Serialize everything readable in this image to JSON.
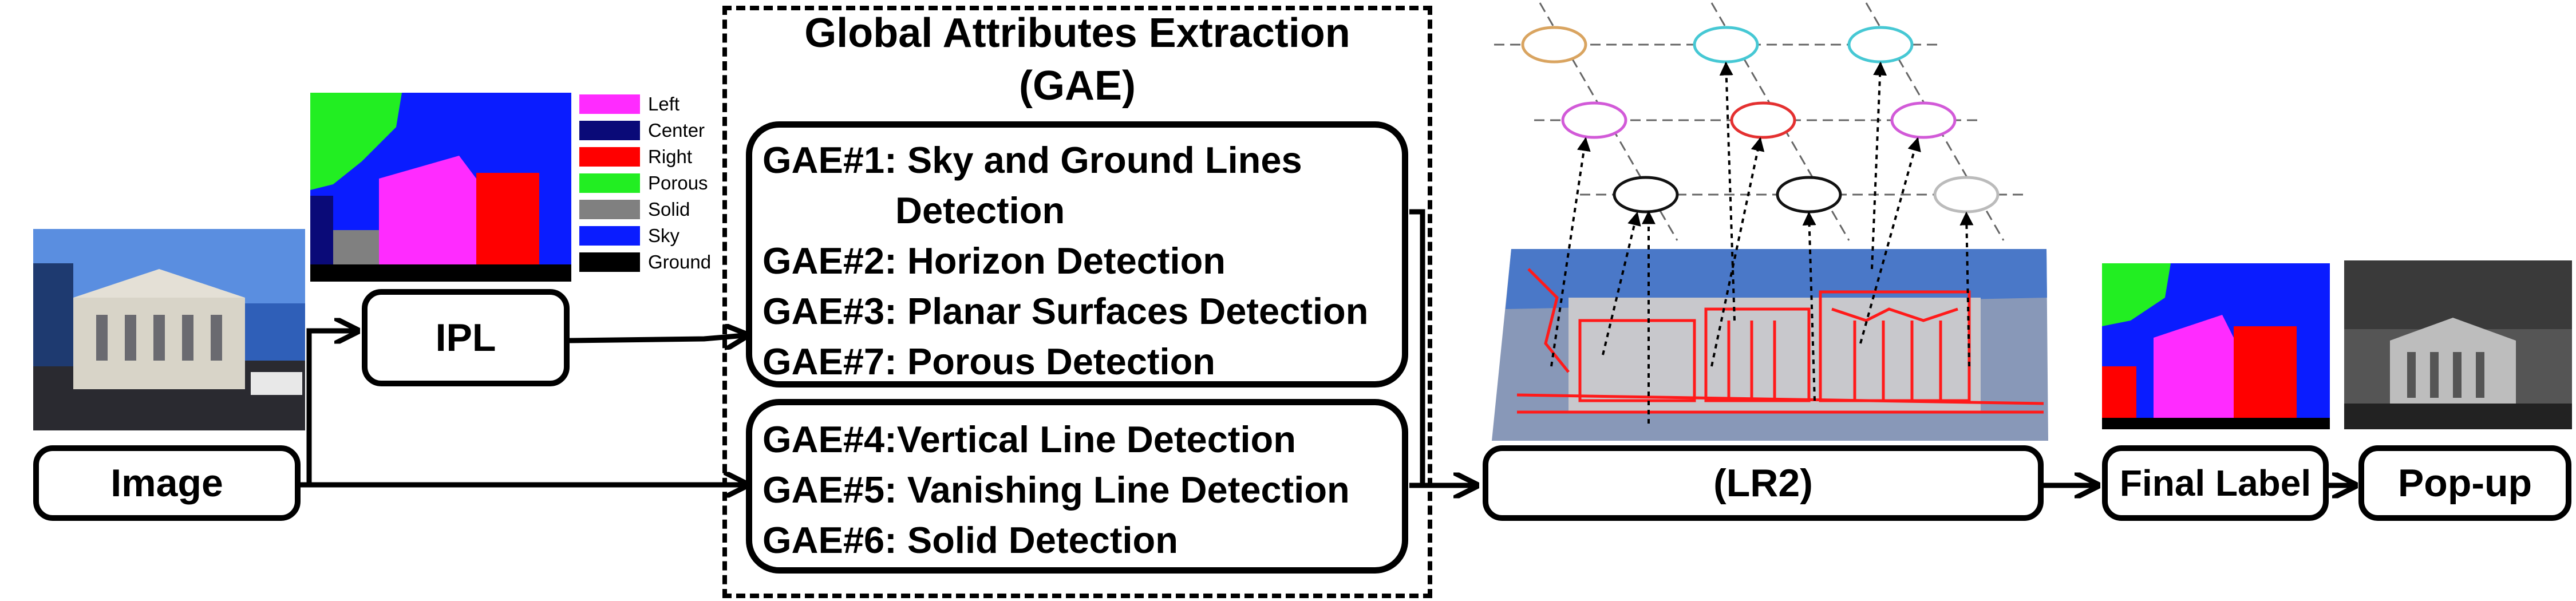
{
  "gae_title": [
    "Global Attributes Extraction",
    "(GAE)"
  ],
  "nodes": {
    "image": "Image",
    "ipl": "IPL",
    "lr2": "(LR2)",
    "final_label": "Final Label",
    "popup": "Pop-up"
  },
  "gae_group1": [
    "GAE#1: Sky and Ground Lines",
    "Detection",
    "GAE#2: Horizon Detection",
    "GAE#3: Planar Surfaces Detection",
    "GAE#7: Porous Detection"
  ],
  "gae_group2": [
    "GAE#4:Vertical Line Detection",
    "GAE#5: Vanishing Line Detection",
    "GAE#6: Solid Detection"
  ],
  "legend": [
    {
      "label": "Left",
      "color": "#ff2bff"
    },
    {
      "label": "Center",
      "color": "#0a0a78"
    },
    {
      "label": "Right",
      "color": "#ff0000"
    },
    {
      "label": "Porous",
      "color": "#22ee22"
    },
    {
      "label": "Solid",
      "color": "#808080"
    },
    {
      "label": "Sky",
      "color": "#0a1cff"
    },
    {
      "label": "Ground",
      "color": "#000000"
    }
  ],
  "node_colors": [
    "#d9a460",
    "#46c8d4",
    "#46c8d4",
    "#d25ad8",
    "#e43030",
    "#d25ad8",
    "#111111",
    "#111111",
    "#bbbbbb"
  ]
}
